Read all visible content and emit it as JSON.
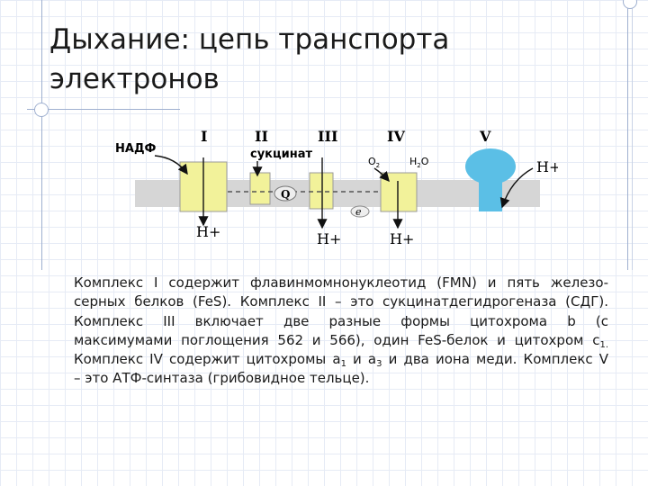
{
  "slide": {
    "title_line1": "Дыхание: цепь транспорта",
    "title_line2": "электронов"
  },
  "diagram": {
    "complexes": [
      "I",
      "II",
      "III",
      "IV",
      "V"
    ],
    "nadh": "НАДФ",
    "succinate": "сукцинат",
    "o2": "O",
    "o2_sub": "2",
    "h2o": "H",
    "h2o_sub": "2",
    "h2o_tail": "O",
    "q": "Q",
    "electron": "e",
    "h_plus": "H+",
    "colors": {
      "complex": "#f2f29a",
      "atp_synthase": "#5bbfe6",
      "membrane": "#d6d6d6",
      "text": "#111111"
    }
  },
  "text": {
    "line1": "Комплекс I содержит флавинмомнонуклеотид (FMN) и пять железо-",
    "line2": "серных белков (FeS). Комплекс II – это сукцинатдегидрогеназа (СДГ).",
    "line3": "Комплекс III включает две разные формы цитохрома b (с",
    "line4a": "максимумами поглощения 562 и 566), один FeS-белок и цитохром с",
    "line4sub": "1.",
    "line5a": "Комплекс IV содержит цитохромы а",
    "line5sub1": "1",
    "line5b": " и а",
    "line5sub2": "3",
    "line5c": " и два иона меди. Комплекс V",
    "line6": "– это АТФ-синтаза (грибовидное тельце)."
  }
}
